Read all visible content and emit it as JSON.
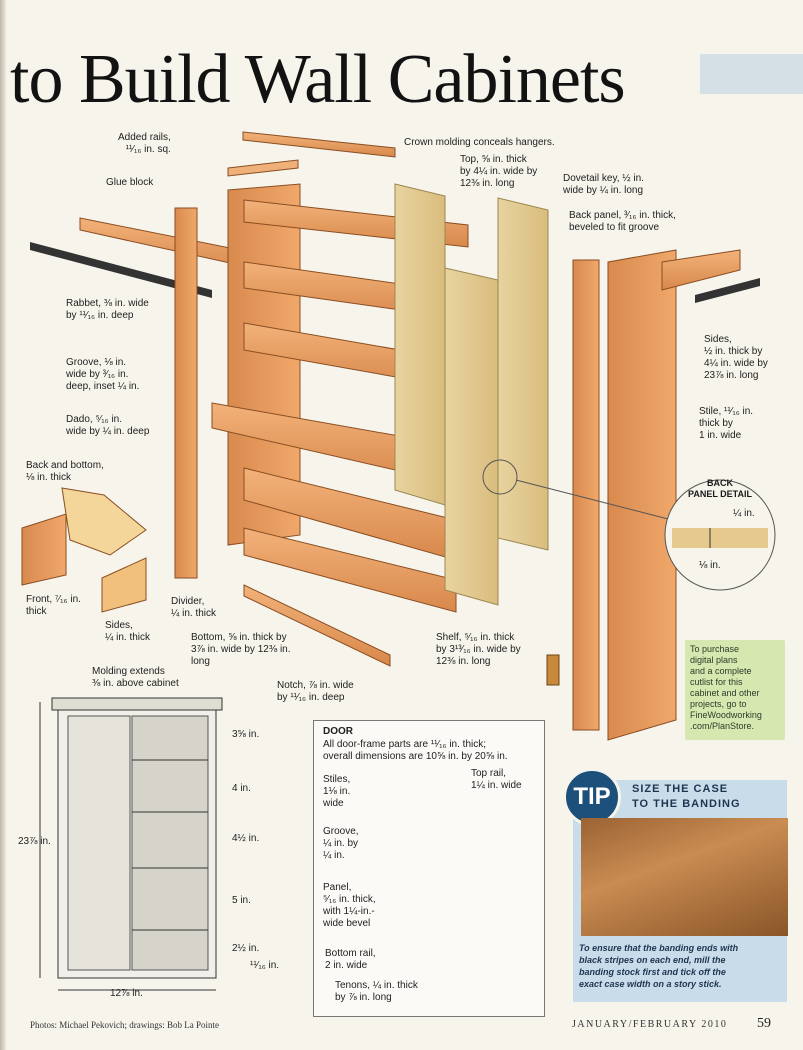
{
  "headline": "to Build Wall Cabinets",
  "labels": {
    "added_rails": "Added rails,\n¹¹⁄₁₆ in. sq.",
    "crown_molding": "Crown molding conceals hangers.",
    "glue_block": "Glue block",
    "top": "Top, ⅝ in. thick\nby 4¼ in. wide by\n12⅜ in. long",
    "dovetail_key": "Dovetail key, ½ in.\nwide by ¼ in. long",
    "back_panel": "Back panel, ³⁄₁₆ in. thick,\nbeveled to fit groove",
    "rabbet": "Rabbet, ⅜ in. wide\nby ¹¹⁄₁₆ in. deep",
    "sides_main": "Sides,\n½ in. thick by\n4¼ in. wide by\n23⅞ in. long",
    "groove": "Groove, ⅛ in.\nwide by ³⁄₁₆ in.\ndeep, inset ¼ in.",
    "stile": "Stile, ¹¹⁄₁₆ in.\nthick by\n1 in. wide",
    "dado": "Dado, ⁵⁄₁₆ in.\nwide by ¼ in. deep",
    "back_bottom": "Back and bottom,\n⅛ in. thick",
    "front": "Front, ⁷⁄₁₆ in.\nthick",
    "sides_drawer": "Sides,\n¼ in. thick",
    "divider": "Divider,\n¼ in. thick",
    "bottom": "Bottom, ⅝ in. thick by\n3⅞ in. wide by 12⅜ in.\nlong",
    "shelf": "Shelf, ⁵⁄₁₆ in. thick\nby 3¹³⁄₁₆ in. wide by\n12⅜ in. long",
    "notch": "Notch, ⅞ in. wide\nby ¹¹⁄₁₆ in. deep",
    "molding_extends": "Molding extends\n⅜ in. above cabinet"
  },
  "detail": {
    "title": "BACK\nPANEL DETAIL",
    "dim_a": "¼ in.",
    "dim_b": "⅛ in."
  },
  "elevation": {
    "height": "23⅞ in.",
    "width": "12⅞ in.",
    "spacings": [
      "3⅝ in.",
      "4 in.",
      "4½ in.",
      "5 in.",
      "2½ in."
    ],
    "small": "¹¹⁄₁₆ in."
  },
  "door": {
    "title": "DOOR",
    "note": "All door-frame parts are ¹¹⁄₁₆ in. thick;\noverall dimensions are 10⅝ in. by 20⅝ in.",
    "top_rail": "Top rail,\n1¼ in. wide",
    "stiles": "Stiles,\n1⅛ in.\nwide",
    "groove": "Groove,\n¼ in. by\n¼ in.",
    "panel": "Panel,\n⁵⁄₁₆ in. thick,\nwith 1¼-in.-\nwide bevel",
    "bottom_rail": "Bottom rail,\n2 in. wide",
    "tenons": "Tenons, ¼ in. thick\nby ⅞ in. long"
  },
  "callout": "To purchase\ndigital plans\nand a complete\ncutlist for this\ncabinet and other\nprojects, go to\nFineWoodworking\n.com/PlanStore.",
  "tip": {
    "badge": "TIP",
    "title": "SIZE THE CASE\nTO THE BANDING",
    "caption": "To ensure that the banding ends with\nblack stripes on each end, mill the\nbanding stock first and tick off the\nexact case width on a story stick."
  },
  "footer": {
    "credit": "Photos: Michael Pekovich; drawings: Bob La Pointe",
    "issue": "JANUARY/FEBRUARY 2010",
    "page": "59"
  }
}
